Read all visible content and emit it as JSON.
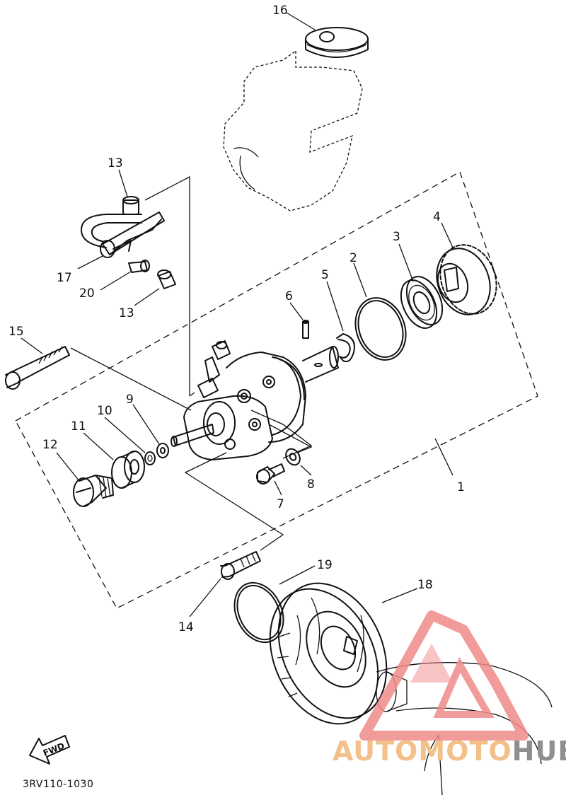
{
  "diagram": {
    "part_numbers": [
      "1",
      "2",
      "3",
      "4",
      "5",
      "6",
      "7",
      "8",
      "9",
      "10",
      "11",
      "12",
      "13",
      "13",
      "14",
      "15",
      "16",
      "17",
      "18",
      "19",
      "20"
    ],
    "figure_code": "3RV110-1030",
    "fwd_label": "FWD"
  },
  "watermark": {
    "part1": "AUTOMOTO",
    "part2": "HUB",
    "colors": {
      "triangle": "#f08a8a",
      "part1": "#f3c08a",
      "part2": "#8f8f8f"
    }
  }
}
